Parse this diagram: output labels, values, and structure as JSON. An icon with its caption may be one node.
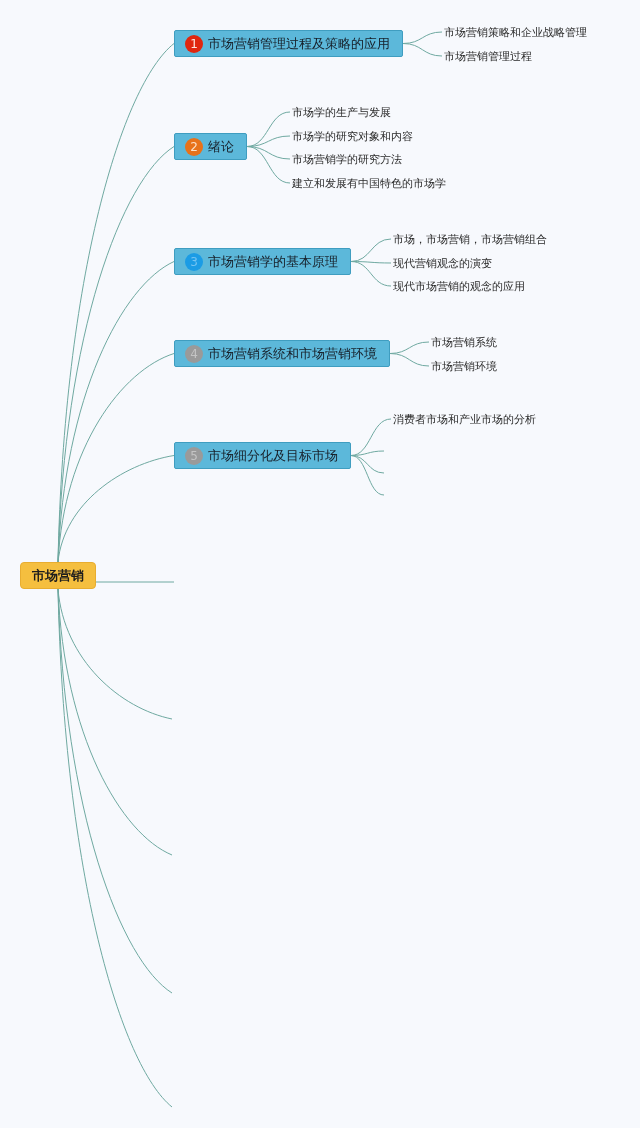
{
  "diagram": {
    "nodes": [
      {
        "text": [
          "市场营销"
        ]
      },
      {
        "text": [
          "1",
          "市场营销管理过程及策略的应用"
        ]
      },
      {
        "text": [
          "市场营销策略和企业战略管理"
        ]
      },
      {
        "text": [
          "市场营销管理过程"
        ]
      },
      {
        "text": [
          "2",
          "绪论"
        ]
      },
      {
        "text": [
          "市场学的生产与发展"
        ]
      },
      {
        "text": [
          "市场学的研究对象和内容"
        ]
      },
      {
        "text": [
          "市场营销学的研究方法"
        ]
      },
      {
        "text": [
          "建立和发展有中国特色的市场学"
        ]
      },
      {
        "text": [
          "3",
          "市场营销学的基本原理"
        ]
      },
      {
        "text": [
          "市场，市场营销，市场营销组合"
        ]
      },
      {
        "text": [
          "现代营销观念的演变"
        ]
      },
      {
        "text": [
          "现代市场营销的观念的应用"
        ]
      },
      {
        "text": [
          "4",
          "市场营销系统和市场营销环境"
        ]
      },
      {
        "text": [
          "市场营销系统"
        ]
      },
      {
        "text": [
          "市场营销环境"
        ]
      },
      {
        "text": [
          "5",
          "市场细分化及目标市场"
        ]
      },
      {
        "text": [
          "消费者市场和产业市场的分析"
        ]
      }
    ],
    "edges": [
      {
        "from": 0,
        "to": 1,
        "arrow": "none"
      },
      {
        "from": 1,
        "to": 2,
        "arrow": "none"
      },
      {
        "from": 1,
        "to": 3,
        "arrow": "none"
      },
      {
        "from": 0,
        "to": 4,
        "arrow": "none"
      },
      {
        "from": 4,
        "to": 5,
        "arrow": "none"
      },
      {
        "from": 4,
        "to": 6,
        "arrow": "none"
      },
      {
        "from": 4,
        "to": 7,
        "arrow": "none"
      },
      {
        "from": 4,
        "to": 8,
        "arrow": "none"
      },
      {
        "from": 0,
        "to": 9,
        "arrow": "none"
      },
      {
        "from": 9,
        "to": 10,
        "arrow": "none"
      },
      {
        "from": 9,
        "to": 11,
        "arrow": "none"
      },
      {
        "from": 9,
        "to": 12,
        "arrow": "none"
      },
      {
        "from": 0,
        "to": 13,
        "arrow": "none"
      },
      {
        "from": 13,
        "to": 14,
        "arrow": "none"
      },
      {
        "from": 13,
        "to": 15,
        "arrow": "none"
      },
      {
        "from": 0,
        "to": 16,
        "arrow": "none"
      },
      {
        "from": 16,
        "to": 17,
        "arrow": "none"
      },
      {
        "from": 16,
        "to": null,
        "arrow": "none"
      },
      {
        "from": 16,
        "to": null,
        "arrow": "none"
      },
      {
        "from": 16,
        "to": null,
        "arrow": "none"
      },
      {
        "from": 0,
        "to": null,
        "arrow": "none"
      },
      {
        "from": 0,
        "to": null,
        "arrow": "none"
      },
      {
        "from": 0,
        "to": null,
        "arrow": "none"
      },
      {
        "from": 0,
        "to": null,
        "arrow": "none"
      },
      {
        "from": 0,
        "to": null,
        "arrow": "none"
      }
    ]
  }
}
